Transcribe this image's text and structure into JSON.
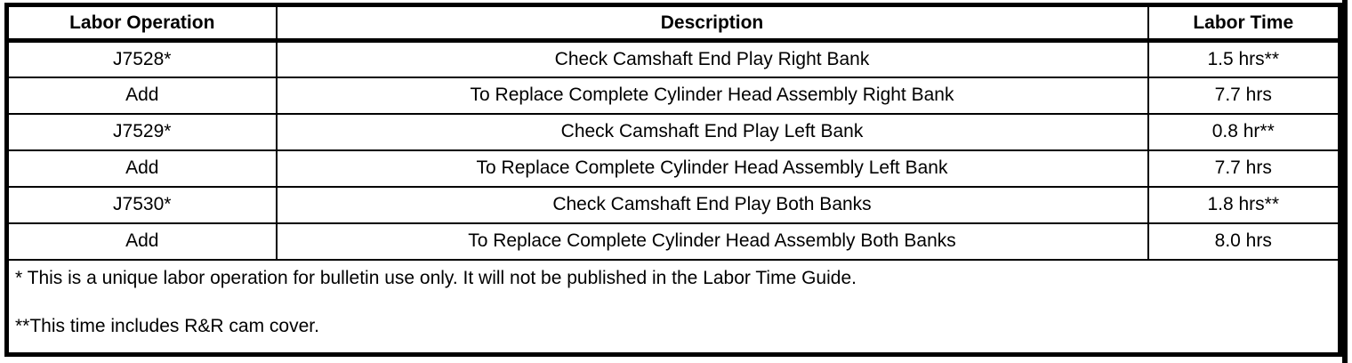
{
  "colors": {
    "border": "#000000",
    "background": "#ffffff",
    "text": "#000000"
  },
  "table": {
    "headers": [
      "Labor Operation",
      "Description",
      "Labor Time"
    ],
    "rows": [
      [
        "J7528*",
        "Check Camshaft End Play Right Bank",
        "1.5 hrs**"
      ],
      [
        "Add",
        "To Replace Complete Cylinder Head Assembly Right Bank",
        "7.7 hrs"
      ],
      [
        "J7529*",
        "Check Camshaft End Play Left Bank",
        "0.8 hr**"
      ],
      [
        "Add",
        "To Replace Complete Cylinder Head Assembly Left Bank",
        "7.7 hrs"
      ],
      [
        "J7530*",
        "Check Camshaft End Play Both Banks",
        "1.8 hrs**"
      ],
      [
        "Add",
        "To Replace Complete Cylinder Head Assembly Both Banks",
        "8.0 hrs"
      ]
    ],
    "footnotes": [
      "* This is a unique labor operation for bulletin use only. It will not be published in the Labor Time Guide.",
      "**This time includes R&R cam cover."
    ]
  }
}
